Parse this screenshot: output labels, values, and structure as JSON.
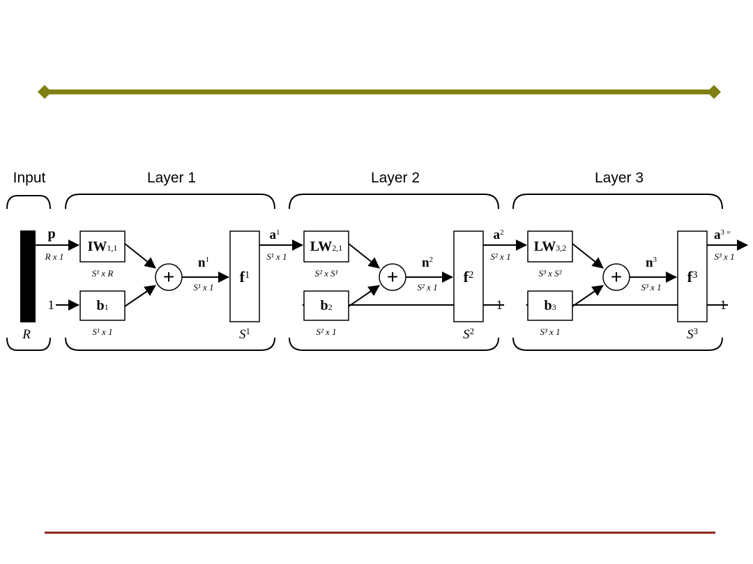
{
  "colors": {
    "top_rule": "#7f7f12",
    "bottom_rule": "#8b1a1a",
    "ink": "#000000"
  },
  "diagram": {
    "input": {
      "title": "Input",
      "vector_label": "p",
      "vector_dim": "R x 1",
      "size_label": "R"
    },
    "layers": [
      {
        "title": "Layer 1",
        "weight_main": "IW",
        "weight_sub": "1,1",
        "weight_dim": "S¹ x R",
        "bias_input": "1",
        "bias_main": "b",
        "bias_sub": "1",
        "bias_dim": "S¹ x 1",
        "sum_symbol": "+",
        "net_main": "n",
        "net_sup": "1",
        "net_dim": "S¹ x 1",
        "transfer_main": "f",
        "transfer_sup": "1",
        "size_main": "S",
        "size_sup": "1",
        "out_main": "a",
        "out_sup": "1",
        "out_dim": "S¹ x 1"
      },
      {
        "title": "Layer 2",
        "weight_main": "LW",
        "weight_sub": "2,1",
        "weight_dim": "S² x S¹",
        "bias_input": "1",
        "bias_main": "b",
        "bias_sub": "2",
        "bias_dim": "S² x 1",
        "sum_symbol": "+",
        "net_main": "n",
        "net_sup": "2",
        "net_dim": "S² x 1",
        "transfer_main": "f",
        "transfer_sup": "2",
        "size_main": "S",
        "size_sup": "2",
        "out_main": "a",
        "out_sup": "2",
        "out_dim": "S² x 1"
      },
      {
        "title": "Layer 3",
        "weight_main": "LW",
        "weight_sub": "3,2",
        "weight_dim": "S³ x S²",
        "bias_input": "1",
        "bias_main": "b",
        "bias_sub": "3",
        "bias_dim": "S³ x 1",
        "sum_symbol": "+",
        "net_main": "n",
        "net_sup": "3",
        "net_dim": "S³ x 1",
        "transfer_main": "f",
        "transfer_sup": "3",
        "size_main": "S",
        "size_sup": "3",
        "out_main": "a",
        "out_sup": "3 =",
        "out_dim": "S³ x 1"
      }
    ]
  }
}
